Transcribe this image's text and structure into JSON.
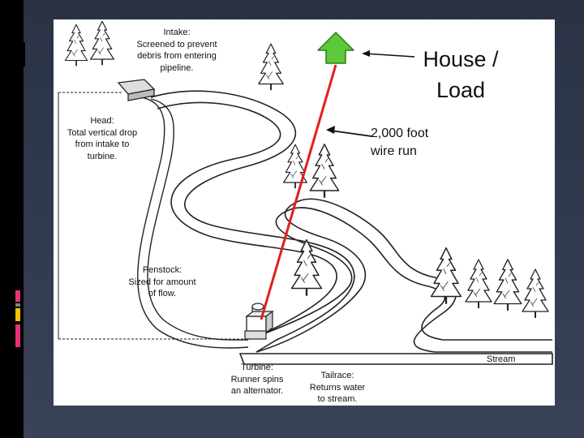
{
  "labels": {
    "intake": "Intake:\nScreened to prevent\ndebris from entering\npipeline.",
    "head": "Head:\nTotal vertical drop\nfrom intake to\nturbine.",
    "penstock": "Penstock:\nSized for amount\nof flow.",
    "turbine": "Turbine:\nRunner spins\nan alternator.",
    "tailrace": "Tailrace:\nReturns water\nto stream.",
    "stream": "Stream",
    "house": "House /\nLoad",
    "wire": "2,000 foot\nwire run"
  },
  "colors": {
    "wire": "#e0201a",
    "house_fill": "#5cc83a",
    "house_stroke": "#2e7d1a",
    "accent_pink": "#e8307a",
    "accent_yellow": "#f2c200",
    "accent_gray": "#7a8090"
  },
  "icons": {
    "house": "house-arrow-icon",
    "turbine": "turbine-icon",
    "tree": "pine-tree-icon"
  }
}
